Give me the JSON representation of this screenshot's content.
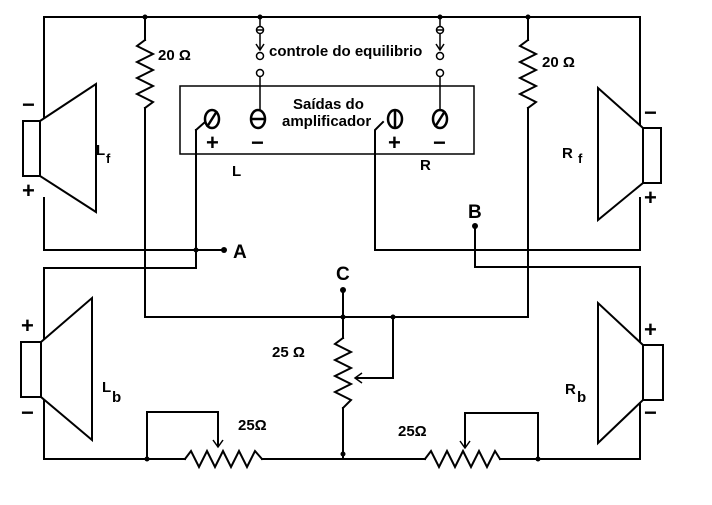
{
  "diagram": {
    "control_label": "controle do equilibrio",
    "amplifier_label_line1": "Saídas do",
    "amplifier_label_line2": "amplificador",
    "resistor_front_left": "20 Ω",
    "resistor_front_right": "20 Ω",
    "resistor_center": "25 Ω",
    "resistor_bottom_left": "25Ω",
    "resistor_bottom_right": "25Ω",
    "channel_left": "L",
    "channel_right": "R",
    "node_a": "A",
    "node_b": "B",
    "node_c": "C",
    "speakers": {
      "front_left": {
        "main": "L",
        "sub": "f",
        "top_sign": "−",
        "bottom_sign": "+"
      },
      "front_right": {
        "main": "R",
        "sub": "f",
        "top_sign": "−",
        "bottom_sign": "+"
      },
      "back_left": {
        "main": "L",
        "sub": "b",
        "top_sign": "+",
        "bottom_sign": "−"
      },
      "back_right": {
        "main": "R",
        "sub": "b",
        "top_sign": "+",
        "bottom_sign": "−"
      }
    },
    "terminals": {
      "l_plus": "+",
      "l_minus": "−",
      "r_plus": "+",
      "r_minus": "−"
    }
  }
}
